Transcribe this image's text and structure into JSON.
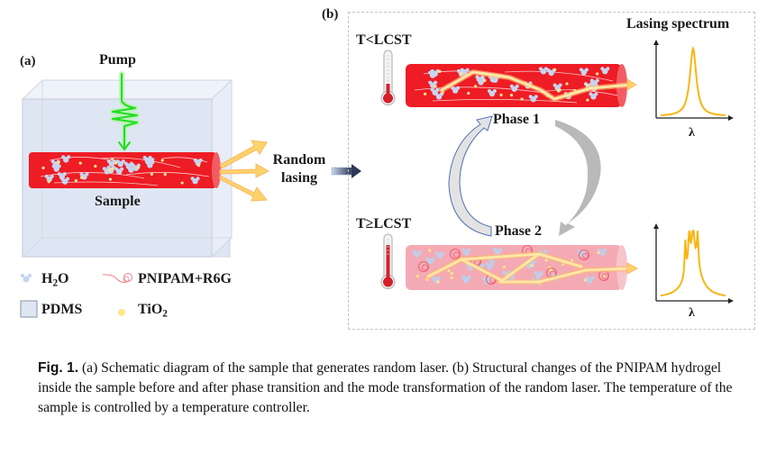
{
  "panel_a": {
    "label": "(a)",
    "pump_label": "Pump",
    "sample_label": "Sample",
    "output_label_line1": "Random",
    "output_label_line2": "lasing",
    "legend": [
      {
        "icon": "water-molecule-icon",
        "label_main": "H",
        "label_sub": "2",
        "label_tail": "O"
      },
      {
        "icon": "polymer-chain-icon",
        "label_main": "PNIPAM+R6G",
        "label_sub": "",
        "label_tail": ""
      },
      {
        "icon": "pdms-square-icon",
        "label_main": "PDMS",
        "label_sub": "",
        "label_tail": ""
      },
      {
        "icon": "tio2-dot-icon",
        "label_main": "TiO",
        "label_sub": "2",
        "label_tail": ""
      }
    ]
  },
  "panel_b": {
    "label": "(b)",
    "spectrum_title": "Lasing spectrum",
    "state_top": "T<LCST",
    "state_bottom": "T≥LCST",
    "phase_1": "Phase 1",
    "phase_2": "Phase 2",
    "x_axis_symbol": "λ"
  },
  "caption": {
    "fig_label": "Fig. 1.",
    "text": " (a) Schematic diagram of the sample that generates random laser.  (b) Structural changes of the PNIPAM hydrogel inside the sample before and after phase transition and the mode transformation of the random laser. The temperature of the sample is controlled by a temperature controller."
  },
  "colors": {
    "tube_phase1": "#ee1c24",
    "tube_phase2": "#f4aab4",
    "pump_green": "#22dd22",
    "laser_yellow": "#fcd26a",
    "spectrum_line": "#f7b614",
    "water_blue": "#c7d4f0",
    "tio2_yellow": "#fde68a",
    "pdms_box": "#dfe6f3"
  }
}
